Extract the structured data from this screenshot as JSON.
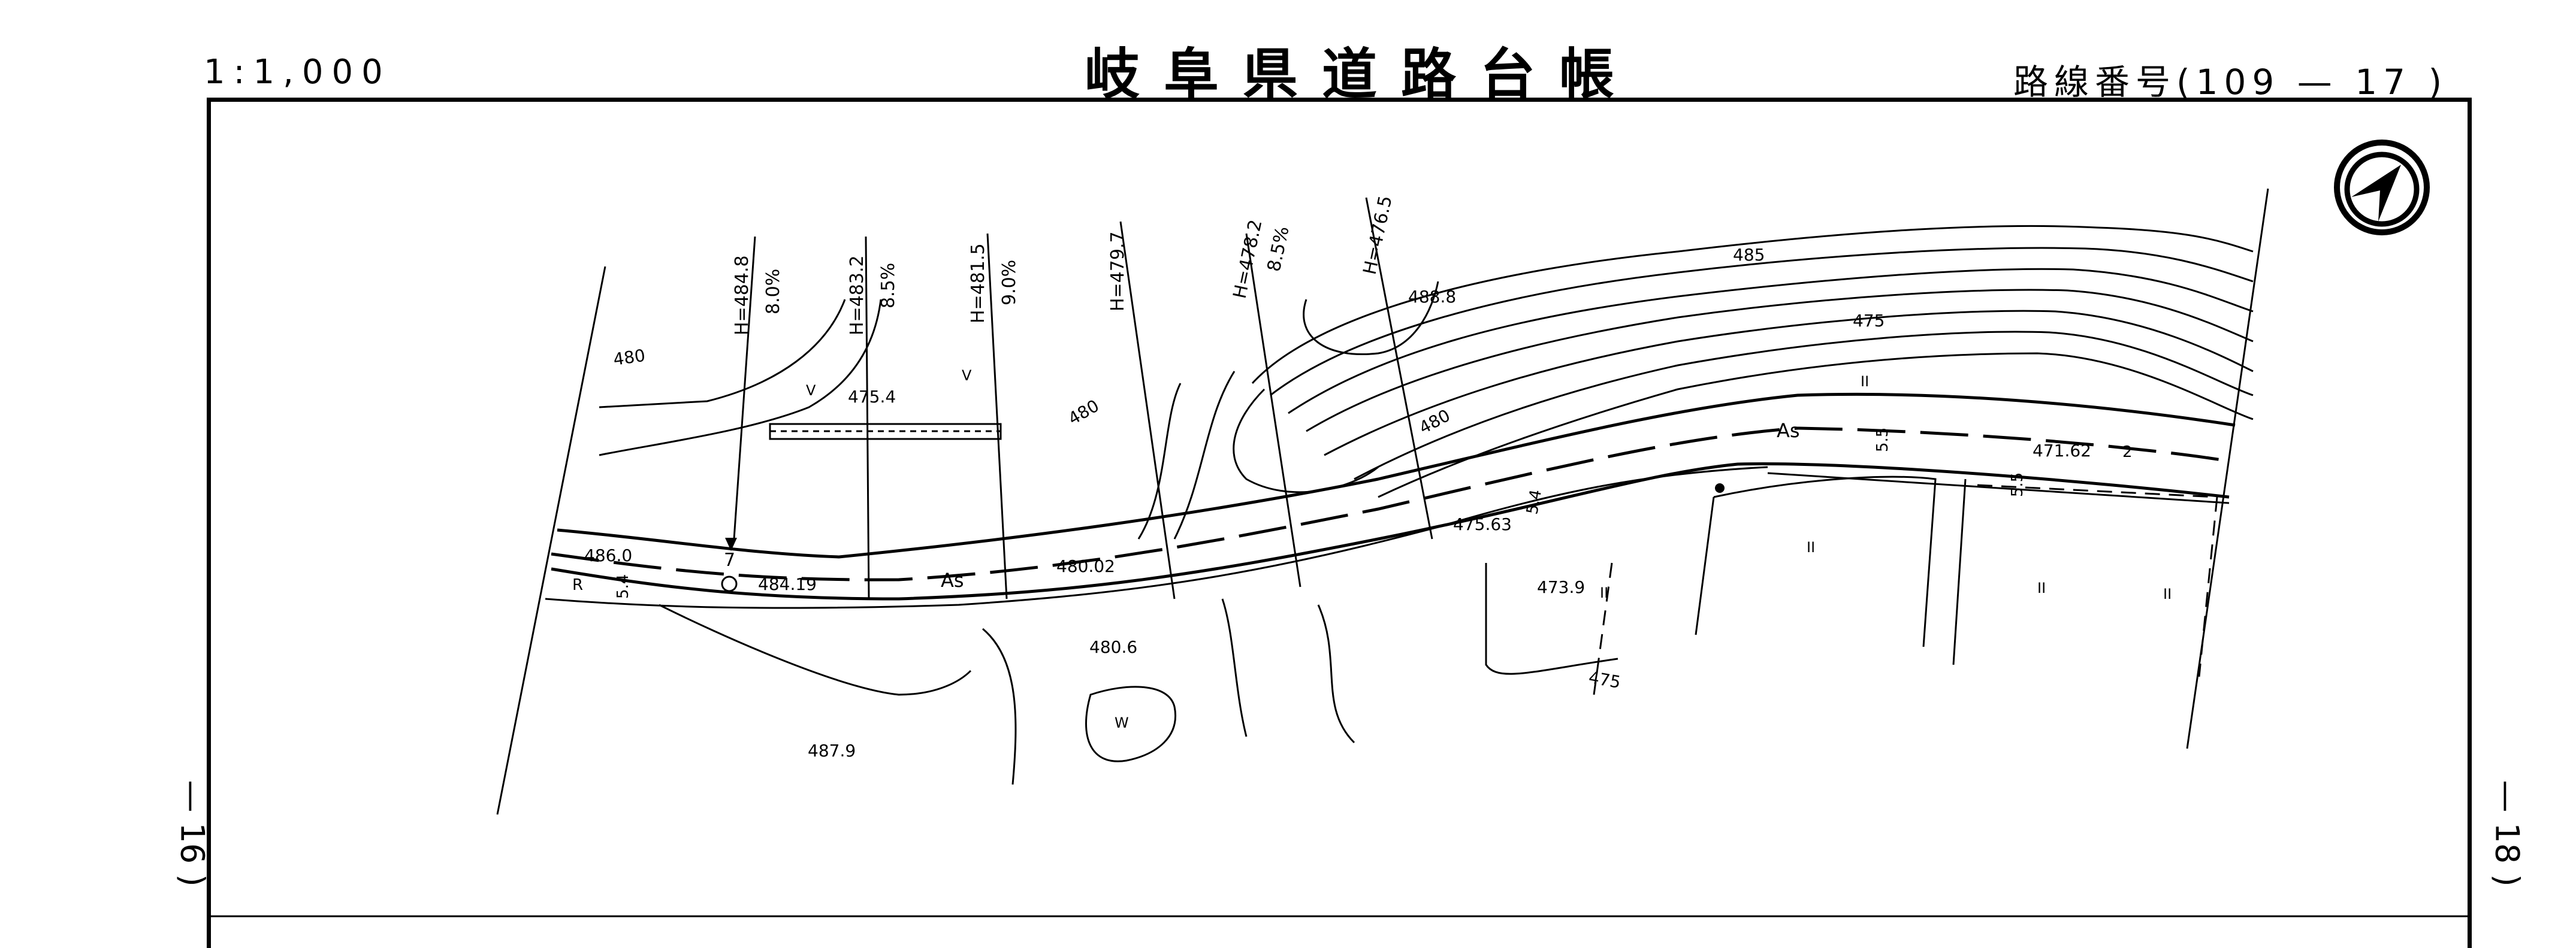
{
  "header": {
    "scale": "1:1,000",
    "title": "岐阜県道路台帳",
    "route_number": "路線番号(109 — 17 )"
  },
  "page_numbers": {
    "left": "— 16 )",
    "right": "— 18 )"
  },
  "map": {
    "north_arrow": "north-arrow-icon",
    "section_lines": [
      {
        "elevation": "H=484.8",
        "grade": "8.0%"
      },
      {
        "elevation": "H=483.2",
        "grade": "8.5%"
      },
      {
        "elevation": "H=481.5",
        "grade": "9.0%"
      },
      {
        "elevation": "H=479.7",
        "grade": ""
      },
      {
        "elevation": "H=478.2",
        "grade": "8.5%"
      },
      {
        "elevation": "H=476.5",
        "grade": ""
      }
    ],
    "contour_labels": [
      "480",
      "480",
      "480",
      "485",
      "475",
      "475"
    ],
    "spot_heights": [
      "475.4",
      "488.8",
      "486.0",
      "484.19",
      "480.02",
      "480.6",
      "487.9",
      "475.63",
      "473.9",
      "471.62"
    ],
    "road_labels": [
      "As",
      "As",
      "R"
    ],
    "widths": [
      "5.4",
      "5.4",
      "5.5",
      "5.5",
      "2"
    ],
    "station": "7",
    "landuse_symbols": {
      "paddy": "II",
      "field": "V",
      "wasteland": "W"
    }
  }
}
